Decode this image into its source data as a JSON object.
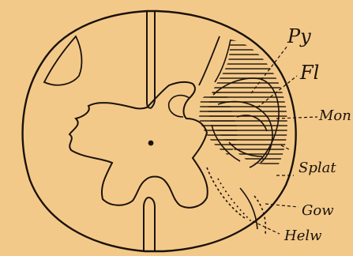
{
  "colors": {
    "paper": "#f3c98a",
    "ink": "#1b120a"
  },
  "labels": {
    "py": "Py",
    "fl": "Fl",
    "mon": "Mon",
    "splat": "Splat",
    "gow": "Gow",
    "helw": "Helw"
  }
}
